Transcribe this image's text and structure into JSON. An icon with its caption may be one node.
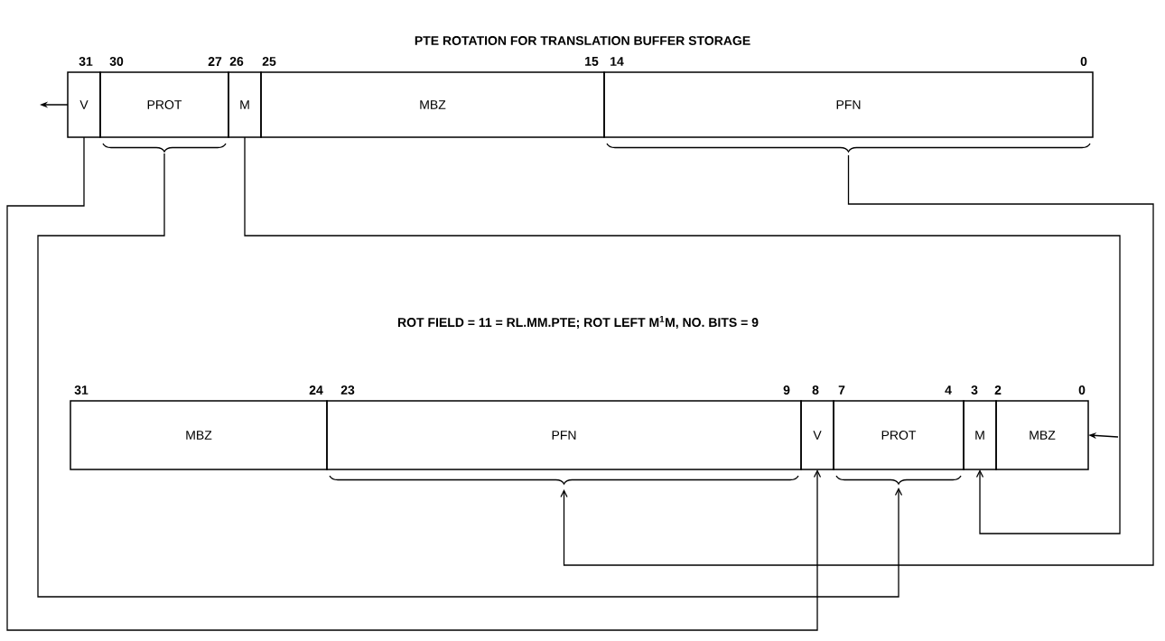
{
  "diagram": {
    "title": "PTE ROTATION FOR TRANSLATION BUFFER STORAGE",
    "nodes": [
      {
        "text": [
          "V"
        ]
      },
      {
        "text": [
          "PROT"
        ]
      },
      {
        "text": [
          "M"
        ]
      },
      {
        "text": [
          "MBZ"
        ]
      },
      {
        "text": [
          "PFN"
        ]
      },
      {
        "text": [
          "MBZ"
        ]
      },
      {
        "text": [
          "PFN"
        ]
      },
      {
        "text": [
          "V"
        ]
      },
      {
        "text": [
          "PROT"
        ]
      },
      {
        "text": [
          "M"
        ]
      },
      {
        "text": [
          "MBZ"
        ]
      }
    ],
    "edges": [
      {
        "from": 0,
        "to": 7,
        "arrow": "to"
      },
      {
        "from": 1,
        "to": 8,
        "arrow": "to"
      },
      {
        "from": 2,
        "to": 9,
        "arrow": "to"
      },
      {
        "from": 4,
        "to": 6,
        "arrow": "to"
      },
      {
        "from": 0,
        "to": null,
        "arrow": "to"
      },
      {
        "from": null,
        "to": 10,
        "arrow": "to"
      }
    ],
    "labels": [
      "31",
      "30",
      "27",
      "26",
      "25",
      "15",
      "14",
      "0",
      "ROT FIELD = 11 = RL.MM.PTE; ROT LEFT M$^{1}$M, NO. BITS = 9",
      "31",
      "24",
      "23",
      "9",
      "8",
      "7",
      "4",
      "3",
      "2",
      "0"
    ]
  }
}
